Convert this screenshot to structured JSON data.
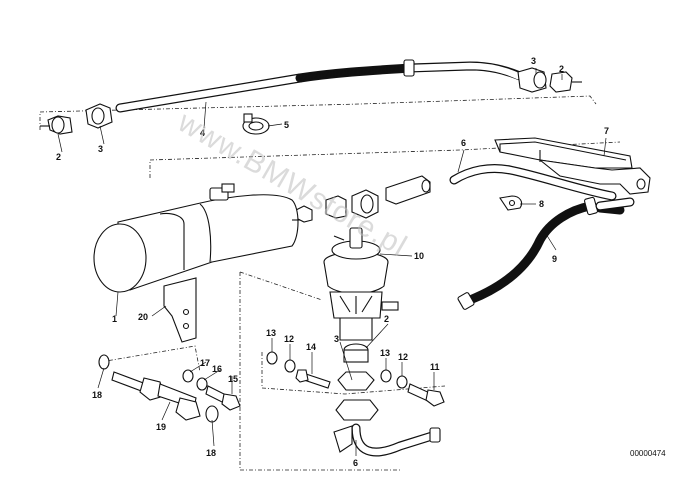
{
  "watermark": "www.BMWstore.pl",
  "catalog_number": "00000474",
  "callouts": [
    {
      "id": "c1",
      "text": "1"
    },
    {
      "id": "c2a",
      "text": "2"
    },
    {
      "id": "c2b",
      "text": "2"
    },
    {
      "id": "c2c",
      "text": "2"
    },
    {
      "id": "c3a",
      "text": "3"
    },
    {
      "id": "c3b",
      "text": "3"
    },
    {
      "id": "c3c",
      "text": "3"
    },
    {
      "id": "c4",
      "text": "4"
    },
    {
      "id": "c5",
      "text": "5"
    },
    {
      "id": "c6a",
      "text": "6"
    },
    {
      "id": "c6b",
      "text": "6"
    },
    {
      "id": "c7",
      "text": "7"
    },
    {
      "id": "c8",
      "text": "8"
    },
    {
      "id": "c9",
      "text": "9"
    },
    {
      "id": "c10",
      "text": "10"
    },
    {
      "id": "c11",
      "text": "11"
    },
    {
      "id": "c12a",
      "text": "12"
    },
    {
      "id": "c12b",
      "text": "12"
    },
    {
      "id": "c13a",
      "text": "13"
    },
    {
      "id": "c13b",
      "text": "13"
    },
    {
      "id": "c14",
      "text": "14"
    },
    {
      "id": "c15",
      "text": "15"
    },
    {
      "id": "c16",
      "text": "16"
    },
    {
      "id": "c17",
      "text": "17"
    },
    {
      "id": "c18a",
      "text": "18"
    },
    {
      "id": "c18b",
      "text": "18"
    },
    {
      "id": "c19",
      "text": "19"
    },
    {
      "id": "c20",
      "text": "20"
    }
  ]
}
